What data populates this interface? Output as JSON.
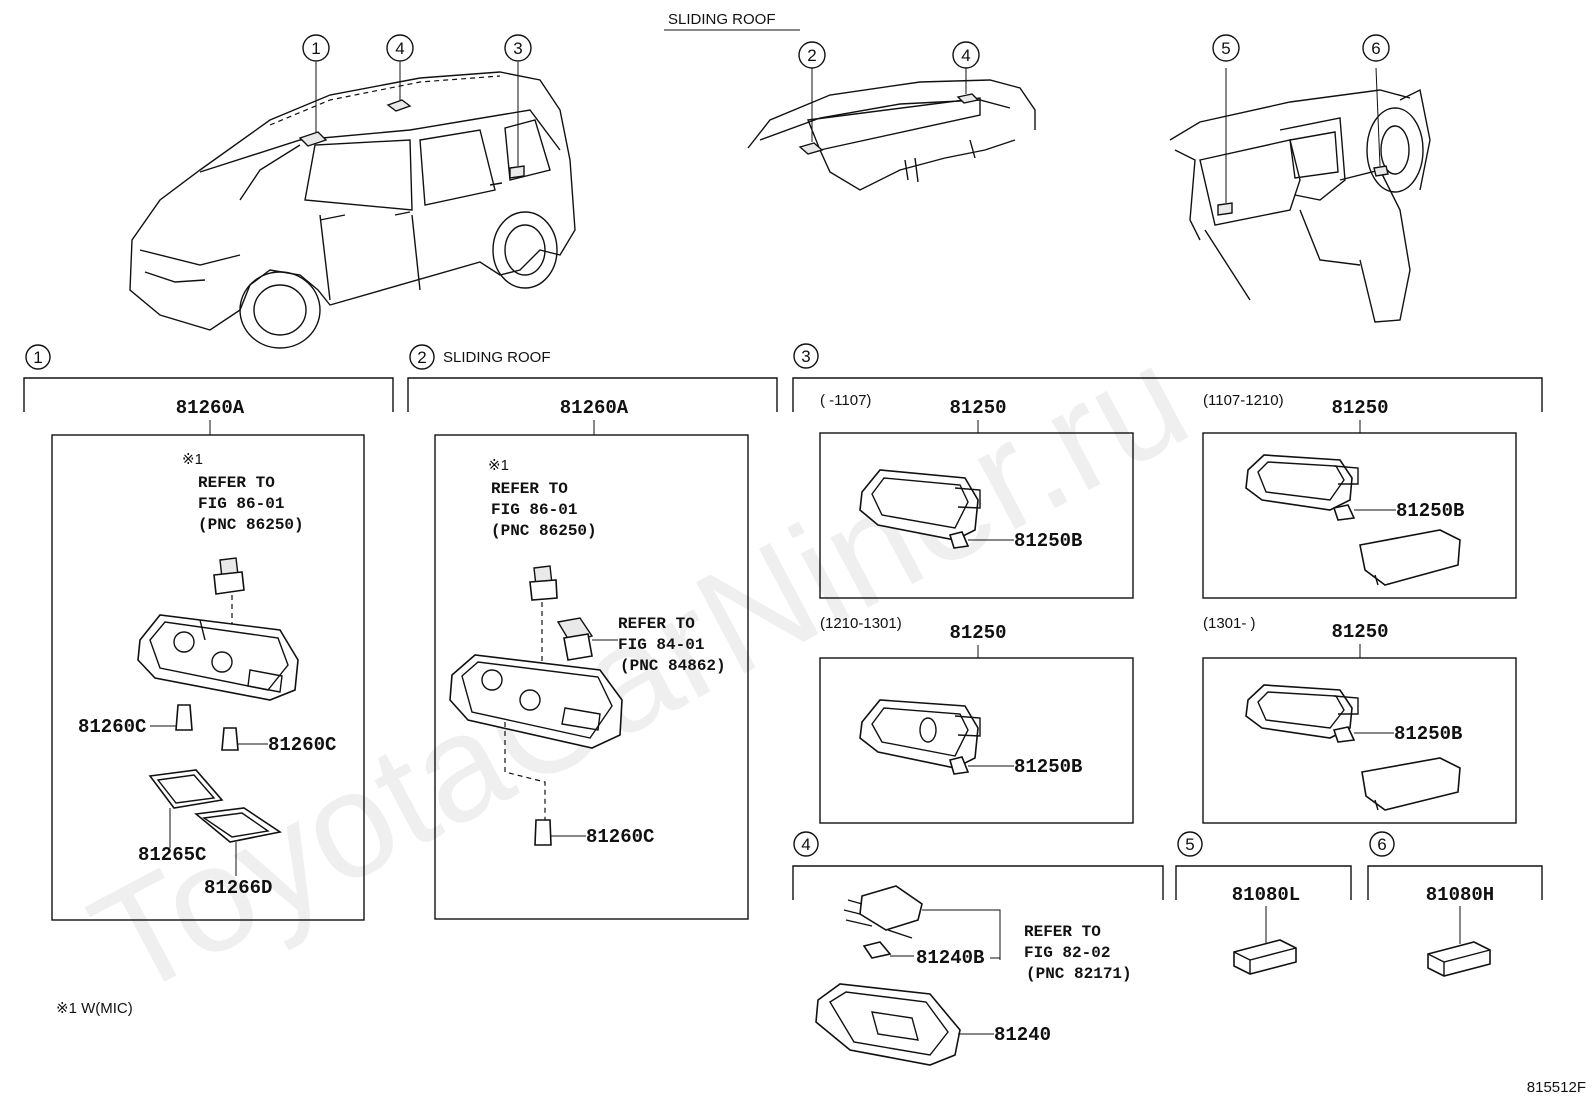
{
  "header": {
    "sliding_roof": "SLIDING ROOF"
  },
  "callouts": [
    "1",
    "2",
    "3",
    "4",
    "5",
    "6"
  ],
  "sections": {
    "s1": {
      "num": "1",
      "title": "",
      "top_part": "81260A",
      "note_mark": "※1",
      "refer": [
        "REFER TO",
        "FIG 86-01",
        "(PNC 86250)"
      ],
      "parts": [
        "81260C",
        "81260C",
        "81265C",
        "81266D"
      ]
    },
    "s2": {
      "num": "2",
      "title": "SLIDING ROOF",
      "top_part": "81260A",
      "note_mark": "※1",
      "refer": [
        "REFER TO",
        "FIG 86-01",
        "(PNC 86250)"
      ],
      "refer2": [
        "REFER TO",
        "FIG 84-01",
        "(PNC 84862)"
      ],
      "parts": [
        "81260C"
      ]
    },
    "s3": {
      "num": "3",
      "variants": [
        {
          "range": "(      -1107)",
          "part": "81250",
          "bulb": "81250B"
        },
        {
          "range": "(1107-1210)",
          "part": "81250",
          "bulb": "81250B"
        },
        {
          "range": "(1210-1301)",
          "part": "81250",
          "bulb": "81250B"
        },
        {
          "range": "(1301-      )",
          "part": "81250",
          "bulb": "81250B"
        }
      ]
    },
    "s4": {
      "num": "4",
      "parts": [
        "81240B",
        "81240"
      ],
      "refer": [
        "REFER TO",
        "FIG 82-02",
        "(PNC 82171)"
      ]
    },
    "s5": {
      "num": "5",
      "part": "81080L"
    },
    "s6": {
      "num": "6",
      "part": "81080H"
    }
  },
  "footnote": "※1 W(MIC)",
  "figure_id": "815512F",
  "watermark": "ToyotaCarNiner.ru"
}
